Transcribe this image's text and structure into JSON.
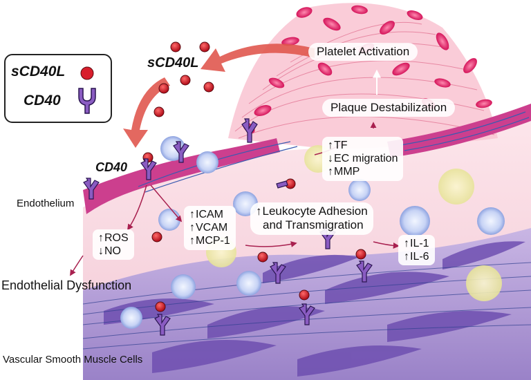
{
  "legend": {
    "ligand_label": "sCD40L",
    "receptor_label": "CD40"
  },
  "labels": {
    "scd40l_free": "sCD40L",
    "cd40": "CD40",
    "endothelium": "Endothelium",
    "endothelial_dysfunction": "Endothelial Dysfunction",
    "vsmc": "Vascular Smooth Muscle Cells",
    "platelet_activation": "Platelet Activation",
    "plaque_destabilization": "Plaque Destabilization",
    "leukocyte_line1": "Leukocyte Adhesion",
    "leukocyte_line2": "and Transmigration"
  },
  "marker_lists": {
    "plaque": [
      {
        "dir": "↑",
        "text": "TF"
      },
      {
        "dir": "↓",
        "text": "EC migration"
      },
      {
        "dir": "↑",
        "text": "MMP"
      }
    ],
    "ros": [
      {
        "dir": "↑",
        "text": "ROS"
      },
      {
        "dir": "↓",
        "text": "NO"
      }
    ],
    "adhesion": [
      {
        "dir": "↑",
        "text": "ICAM"
      },
      {
        "dir": "↑",
        "text": "VCAM"
      },
      {
        "dir": "↑",
        "text": "MCP-1"
      }
    ],
    "cytokines": [
      {
        "dir": "↑",
        "text": "IL-1"
      },
      {
        "dir": "↑",
        "text": "IL-6"
      }
    ]
  },
  "leukocyte_arrow": "↑",
  "colors": {
    "scd40l_dot": "#d81e2c",
    "cd40_receptor": "#8a5cc2",
    "flow_arrow": "#e0584f",
    "endothelium": "#cc3f8e",
    "smooth_muscle": "#7b5bb6",
    "platelet": "#e0306a"
  }
}
